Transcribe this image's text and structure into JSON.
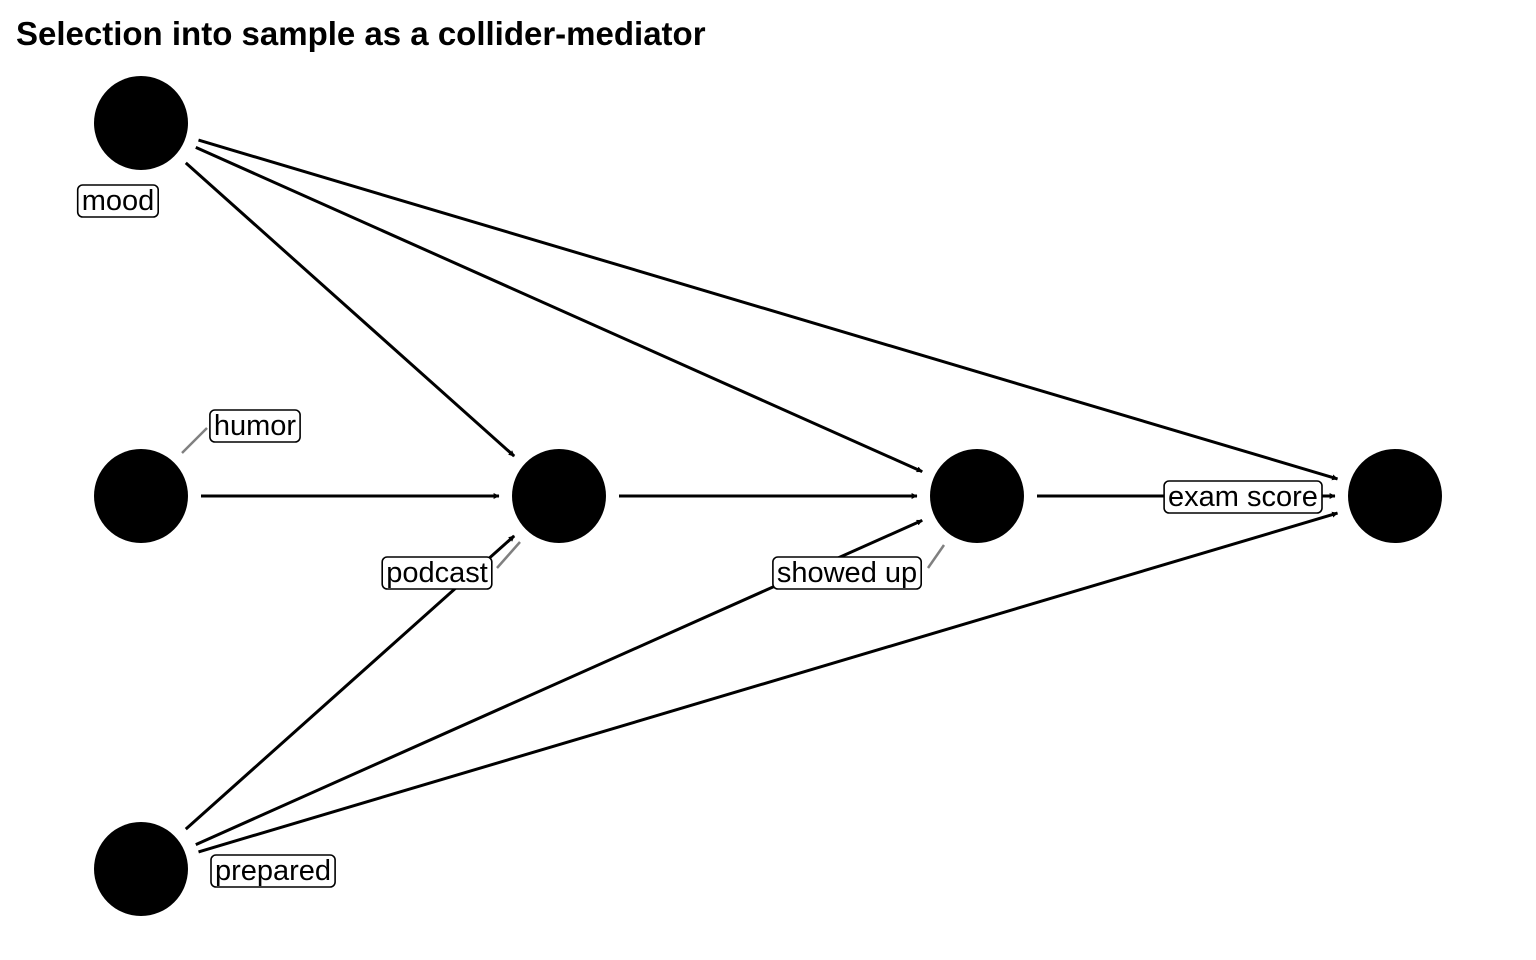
{
  "title": "Selection into sample as a collider-mediator",
  "nodes": [
    {
      "id": "mood",
      "label": "mood"
    },
    {
      "id": "humor",
      "label": "humor"
    },
    {
      "id": "prepared",
      "label": "prepared"
    },
    {
      "id": "podcast",
      "label": "podcast"
    },
    {
      "id": "showed_up",
      "label": "showed up"
    },
    {
      "id": "exam_score",
      "label": "exam score"
    }
  ],
  "edges": [
    {
      "from": "mood",
      "to": "podcast"
    },
    {
      "from": "mood",
      "to": "showed_up"
    },
    {
      "from": "mood",
      "to": "exam_score"
    },
    {
      "from": "humor",
      "to": "podcast"
    },
    {
      "from": "prepared",
      "to": "podcast"
    },
    {
      "from": "prepared",
      "to": "showed_up"
    },
    {
      "from": "prepared",
      "to": "exam_score"
    },
    {
      "from": "podcast",
      "to": "showed_up"
    },
    {
      "from": "showed_up",
      "to": "exam_score"
    }
  ],
  "colors": {
    "node": "#000000",
    "edge": "#000000",
    "leader": "#808080",
    "label_background": "#ffffff"
  }
}
